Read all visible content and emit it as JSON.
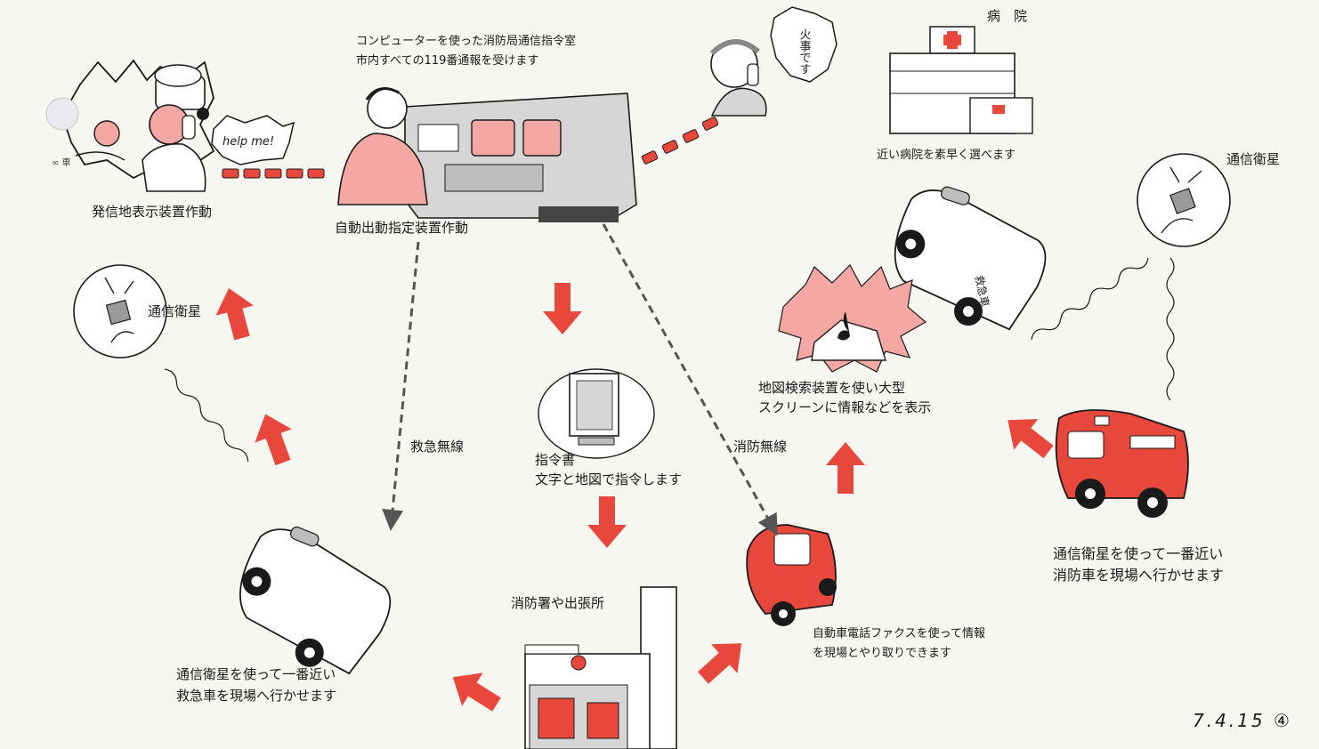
{
  "colors": {
    "accent_red": "#e8473c",
    "pink_fill": "#f4a7a3",
    "ink": "#1a1a1a",
    "gray": "#9a9a9a",
    "paper": "#f7f7f2"
  },
  "labels": {
    "command_room_line1": "コンピューターを使った消防局通信指令室",
    "command_room_line2": "市内すべての119番通報を受けます",
    "caller_id": "発信地表示装置作動",
    "auto_dispatch": "自動出動指定装置作動",
    "hospital": "病　院",
    "hospital_select": "近い病院を素早く選べます",
    "satellite_right": "通信衛星",
    "satellite_left": "通信衛星",
    "map_search_line1": "地図検索装置を使い大型",
    "map_search_line2": "スクリーンに情報などを表示",
    "ambulance_radio": "救急無線",
    "fire_radio": "消防無線",
    "order_line1": "指令書",
    "order_line2": "文字と地図で指令します",
    "station": "消防署や出張所",
    "car_fax_line1": "自動車電話ファクスを使って情報",
    "car_fax_line2": "を現場とやり取りできます",
    "firetruck_sat_line1": "通信衛星を使って一番近い",
    "firetruck_sat_line2": "消防車を現場へ行かせます",
    "ambulance_sat_line1": "通信衛星を使って一番近い",
    "ambulance_sat_line2": "救急車を現場へ行かせます",
    "date": "7.4.15 ④"
  },
  "illustration_text": {
    "help": "help me!",
    "fire_call": "火事です",
    "ambulance_side": "救急車"
  }
}
